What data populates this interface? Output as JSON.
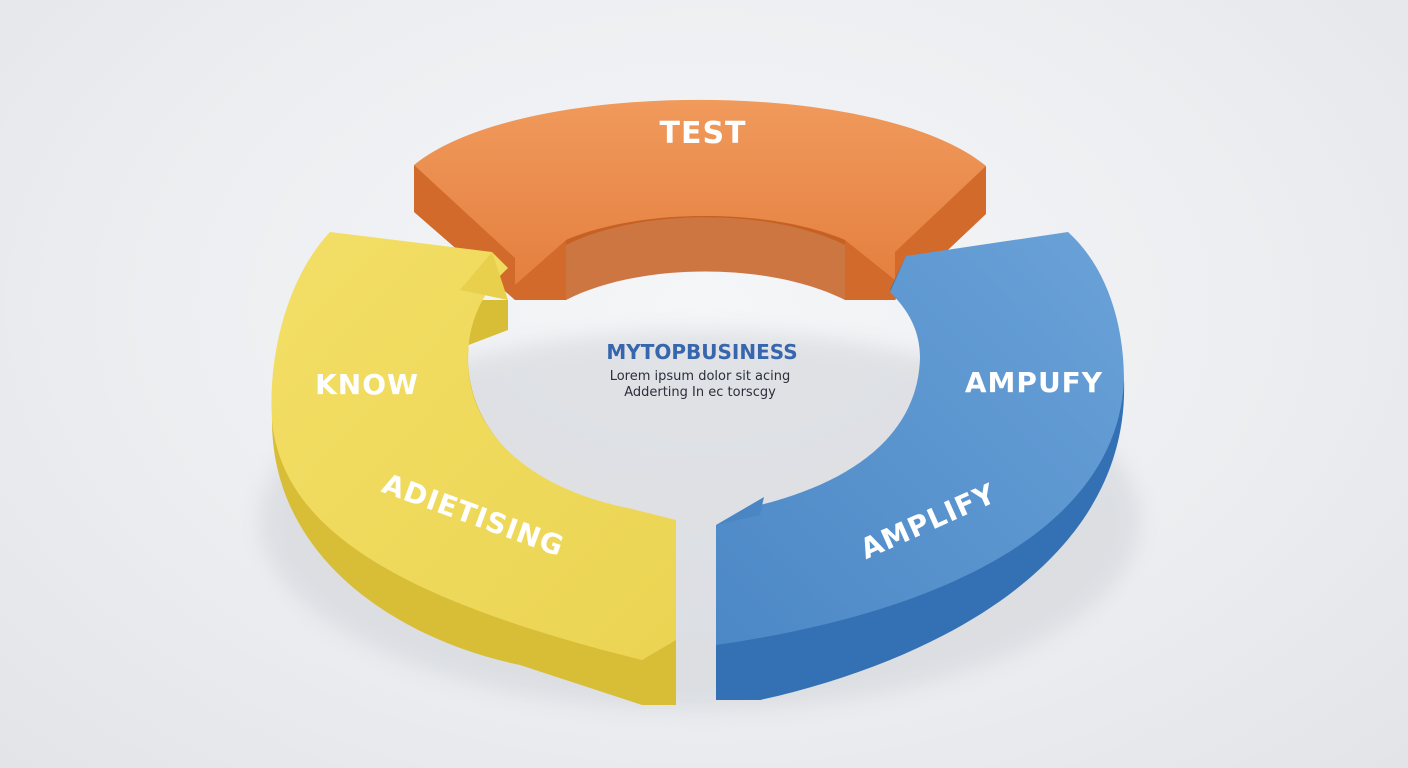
{
  "colors": {
    "orange_top": "#ee8f4f",
    "orange_side": "#d0682a",
    "yellow_top": "#f1dc5f",
    "yellow_side": "#d9bf38",
    "blue_top": "#5b95cf",
    "blue_side": "#3471b4",
    "center_title": "#3666ad"
  },
  "segments": {
    "test": {
      "label": "TEST"
    },
    "know": {
      "label": "KNOW",
      "secondary": "ADIETISING"
    },
    "amplify": {
      "label": "AMPUFY",
      "secondary": "AMPLIFY"
    }
  },
  "center": {
    "title": "MYTOPBUSINESS",
    "line1": "Lorem ipsum dolor sit acing",
    "line2": "Adderting In ec torscgy"
  }
}
